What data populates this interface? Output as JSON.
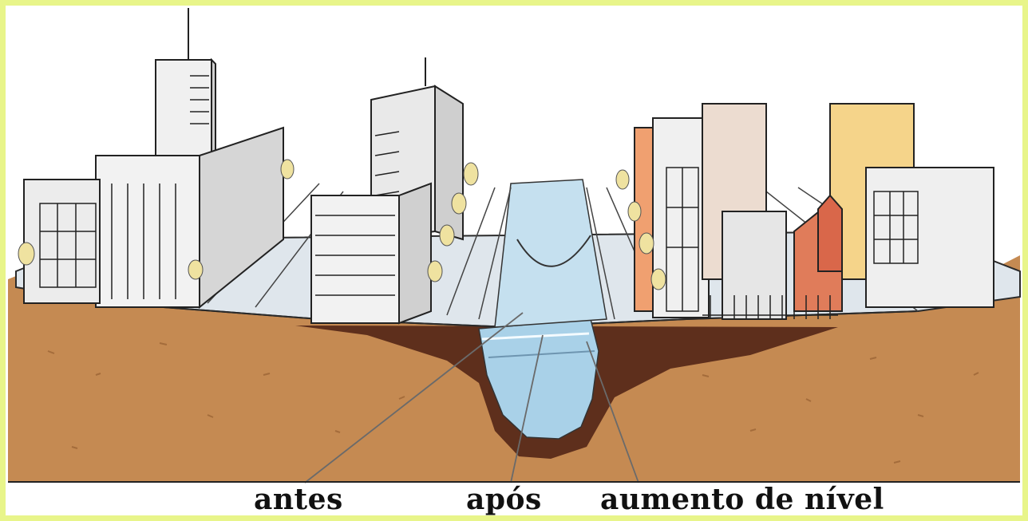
{
  "labels": {
    "before": "antes",
    "after": "após",
    "level_rise": "aumento de nível"
  },
  "colors": {
    "frame": "#e8f58a",
    "soil": "#c58a52",
    "dark_soil": "#5e2f1c",
    "water": "#a9d1e8",
    "building": "#f0f0f0",
    "building_orange": "#f0a070",
    "building_yellow": "#f5d48a",
    "church": "#e07c5a",
    "tree": "#efe2a0"
  }
}
